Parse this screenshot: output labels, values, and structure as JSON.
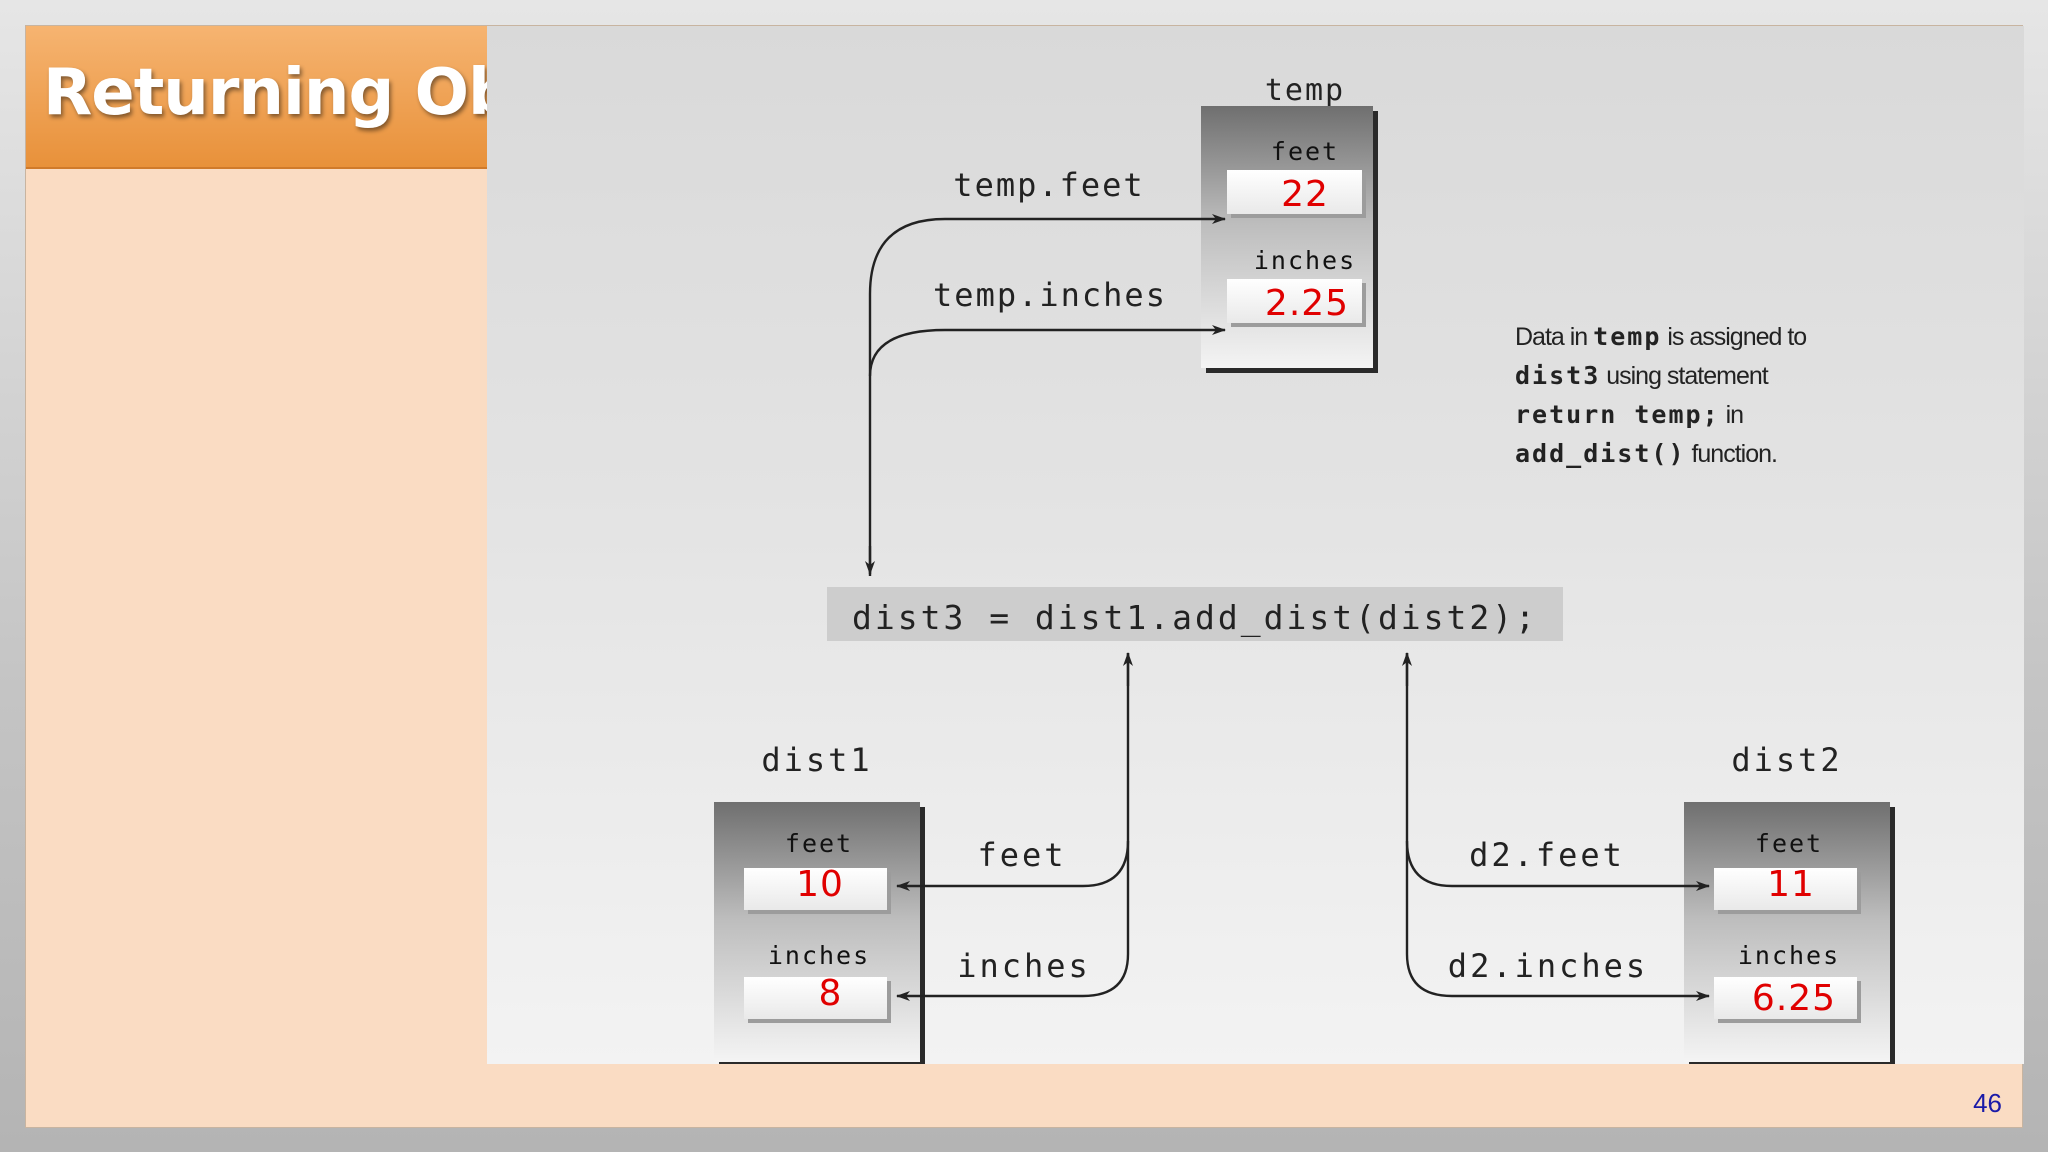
{
  "slide": {
    "title": "Returning Obj",
    "page_number": "46"
  },
  "diagram": {
    "statement": "dist3 = dist1.add_dist(dist2);",
    "objects": {
      "temp": {
        "name": "temp",
        "feet_label": "feet",
        "feet_value": "22",
        "inches_label": "inches",
        "inches_value": "2.25"
      },
      "dist1": {
        "name": "dist1",
        "feet_label": "feet",
        "feet_value": "10",
        "inches_label": "inches",
        "inches_value": "8"
      },
      "dist2": {
        "name": "dist2",
        "feet_label": "feet",
        "feet_value": "11",
        "inches_label": "inches",
        "inches_value": "6.25"
      }
    },
    "arrow_labels": {
      "temp_feet": "temp.feet",
      "temp_inches": "temp.inches",
      "feet": "feet",
      "inches": "inches",
      "d2_feet": "d2.feet",
      "d2_inches": "d2.inches"
    },
    "note": {
      "l1a": "Data in ",
      "l1b": "temp",
      "l1c": " is assigned to",
      "l2a": "dist3",
      "l2b": " using statement",
      "l3a": "return temp;",
      "l3b": " in",
      "l4a": "add_dist()",
      "l4b": " function."
    }
  }
}
